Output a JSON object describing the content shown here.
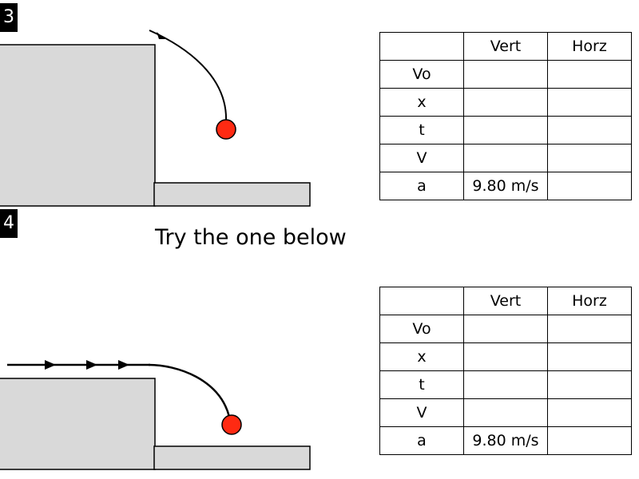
{
  "problems": [
    {
      "number": "3",
      "table": {
        "headers": [
          "",
          "Vert",
          "Horz"
        ],
        "rows": [
          [
            "Vo",
            "",
            ""
          ],
          [
            "x",
            "",
            ""
          ],
          [
            "t",
            "",
            ""
          ],
          [
            "V",
            "",
            ""
          ],
          [
            "a",
            "9.80 m/s",
            ""
          ]
        ]
      }
    },
    {
      "number": "4",
      "table": {
        "headers": [
          "",
          "Vert",
          "Horz"
        ],
        "rows": [
          [
            "Vo",
            "",
            ""
          ],
          [
            "x",
            "",
            ""
          ],
          [
            "t",
            "",
            ""
          ],
          [
            "V",
            "",
            ""
          ],
          [
            "a",
            "9.80 m/s",
            ""
          ]
        ]
      }
    }
  ],
  "caption": "Try the one below",
  "colors": {
    "block": "#d9d9d9",
    "ball": "#ff2a12",
    "outline": "#000000"
  }
}
